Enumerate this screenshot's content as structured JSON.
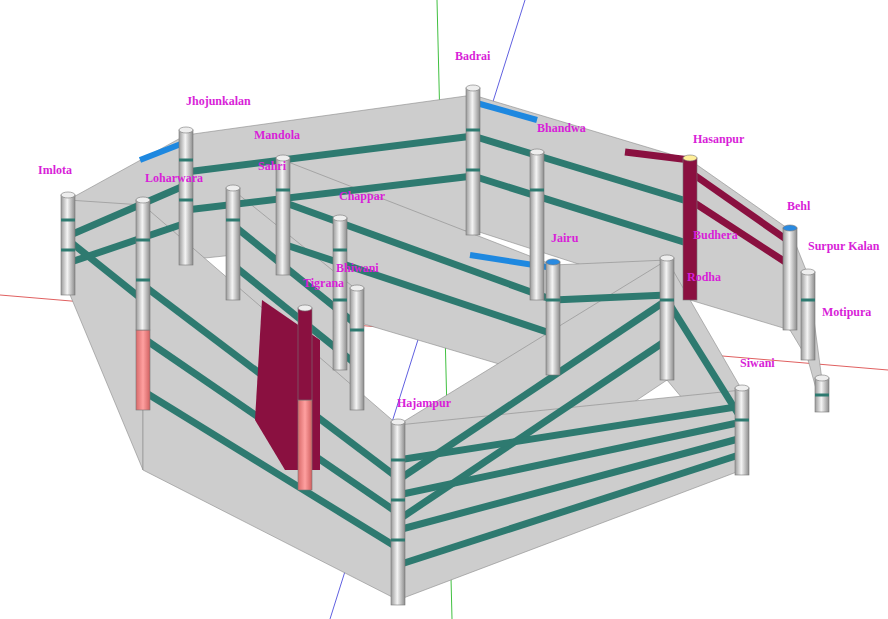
{
  "diagram": {
    "labels": [
      "Badrai",
      "Jhojunkalan",
      "Mandola",
      "Bhandwa",
      "Hasanpur",
      "Imlota",
      "Loharwara",
      "Sahri",
      "Chappar",
      "Jairu",
      "Budhera",
      "Behl",
      "Surpur Kalan",
      "Rodha",
      "Motipura",
      "Bhiwani",
      "Tigrana",
      "Siwani",
      "Hajampur"
    ]
  }
}
